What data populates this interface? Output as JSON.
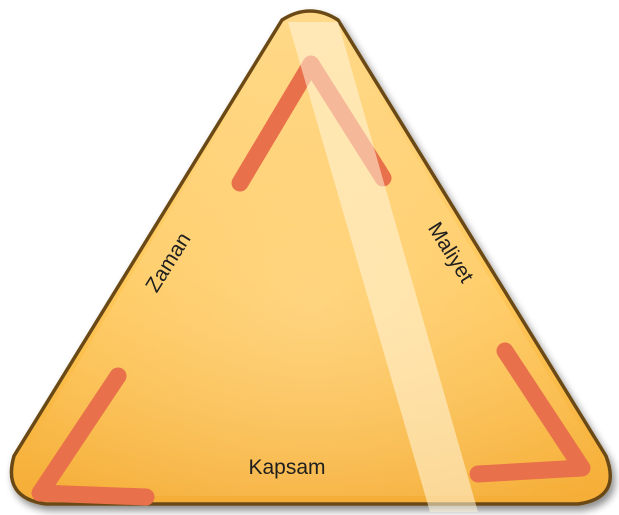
{
  "diagram": {
    "labels": {
      "left": "Zaman",
      "right": "Maliyet",
      "bottom": "Kapsam"
    },
    "colors": {
      "fill_light": "#ffd98a",
      "fill_mid": "#ffc85a",
      "fill_dark": "#f5ad36",
      "edge_shadow": "#6b4a12",
      "corner_mark": "#e8704a",
      "highlight": "#fff6dc",
      "text": "#1f1f1f"
    }
  }
}
